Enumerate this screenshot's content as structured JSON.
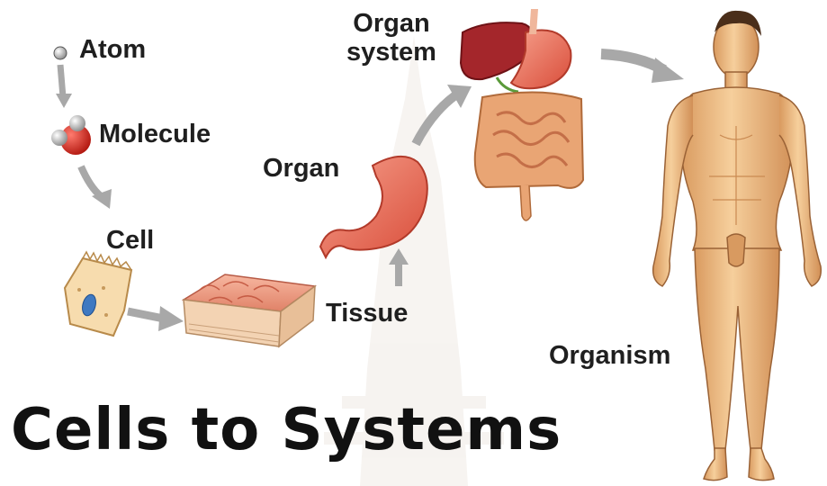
{
  "labels": {
    "atom": "Atom",
    "molecule": "Molecule",
    "cell": "Cell",
    "tissue": "Tissue",
    "organ": "Organ",
    "organ_system_line1": "Organ",
    "organ_system_line2": "system",
    "organism": "Organism"
  },
  "title": "Cells to Systems",
  "colors": {
    "arrow": "#a8a8a8",
    "skin": "#f0c48e",
    "stomach": "#ee6f5a",
    "liver": "#a4262b",
    "intestine": "#e9a574",
    "tissue": "#f1a58e",
    "cell": "#f7dcae",
    "nucleus": "#3f79c1"
  },
  "icons": [
    "atom-icon",
    "molecule-icon",
    "cell-illustration",
    "tissue-illustration",
    "stomach-illustration",
    "digestive-system-illustration",
    "human-body-illustration",
    "temple-watermark"
  ]
}
